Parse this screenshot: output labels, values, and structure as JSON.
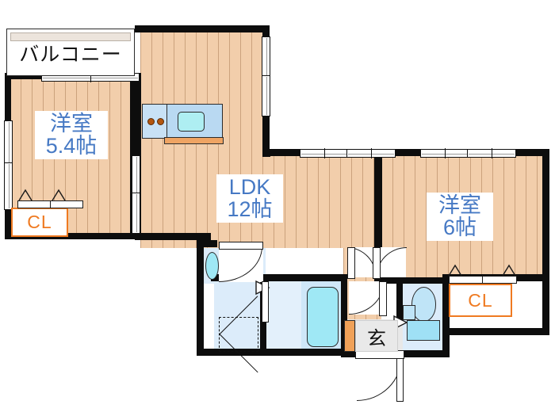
{
  "plan": {
    "type": "floor-plan",
    "style": "japanese-real-estate-madori",
    "layout_name": "2LDK"
  },
  "balcony": {
    "label": "バルコニー"
  },
  "rooms": [
    {
      "id": "washitsu-left",
      "name_line1": "洋室",
      "name_line2": "5.4帖",
      "size": "5.4帖",
      "floor": "wood"
    },
    {
      "id": "ldk",
      "name_line1": "LDK",
      "name_line2": "12帖",
      "size": "12帖",
      "floor": "wood"
    },
    {
      "id": "washitsu-right",
      "name_line1": "洋室",
      "name_line2": "6帖",
      "size": "6帖",
      "floor": "wood"
    }
  ],
  "closets": [
    {
      "id": "cl-left",
      "label": "CL"
    },
    {
      "id": "cl-right",
      "label": "CL"
    }
  ],
  "entrance": {
    "label": "玄"
  },
  "fixtures": {
    "kitchen": "kitchen-counter-icon",
    "stove": "stove-burners-icon",
    "sink": "kitchen-sink-icon",
    "bathtub": "bathtub-icon",
    "washer_space": "washing-machine-space-icon",
    "vanity": "wash-basin-icon",
    "toilet": "toilet-icon",
    "shoe_cabinet": "shoe-cabinet-icon"
  },
  "colors": {
    "wall": "#0d0d0d",
    "wood_floor": "#f2ceab",
    "wet_area": "#dcecfa",
    "label_blue": "#4679c4",
    "closet_orange": "#ef7a21",
    "sink_cyan": "#9fe8f5",
    "counter_blue": "#b9d9f2",
    "genkan_gray": "#e9e9e9",
    "background": "#ffffff"
  }
}
